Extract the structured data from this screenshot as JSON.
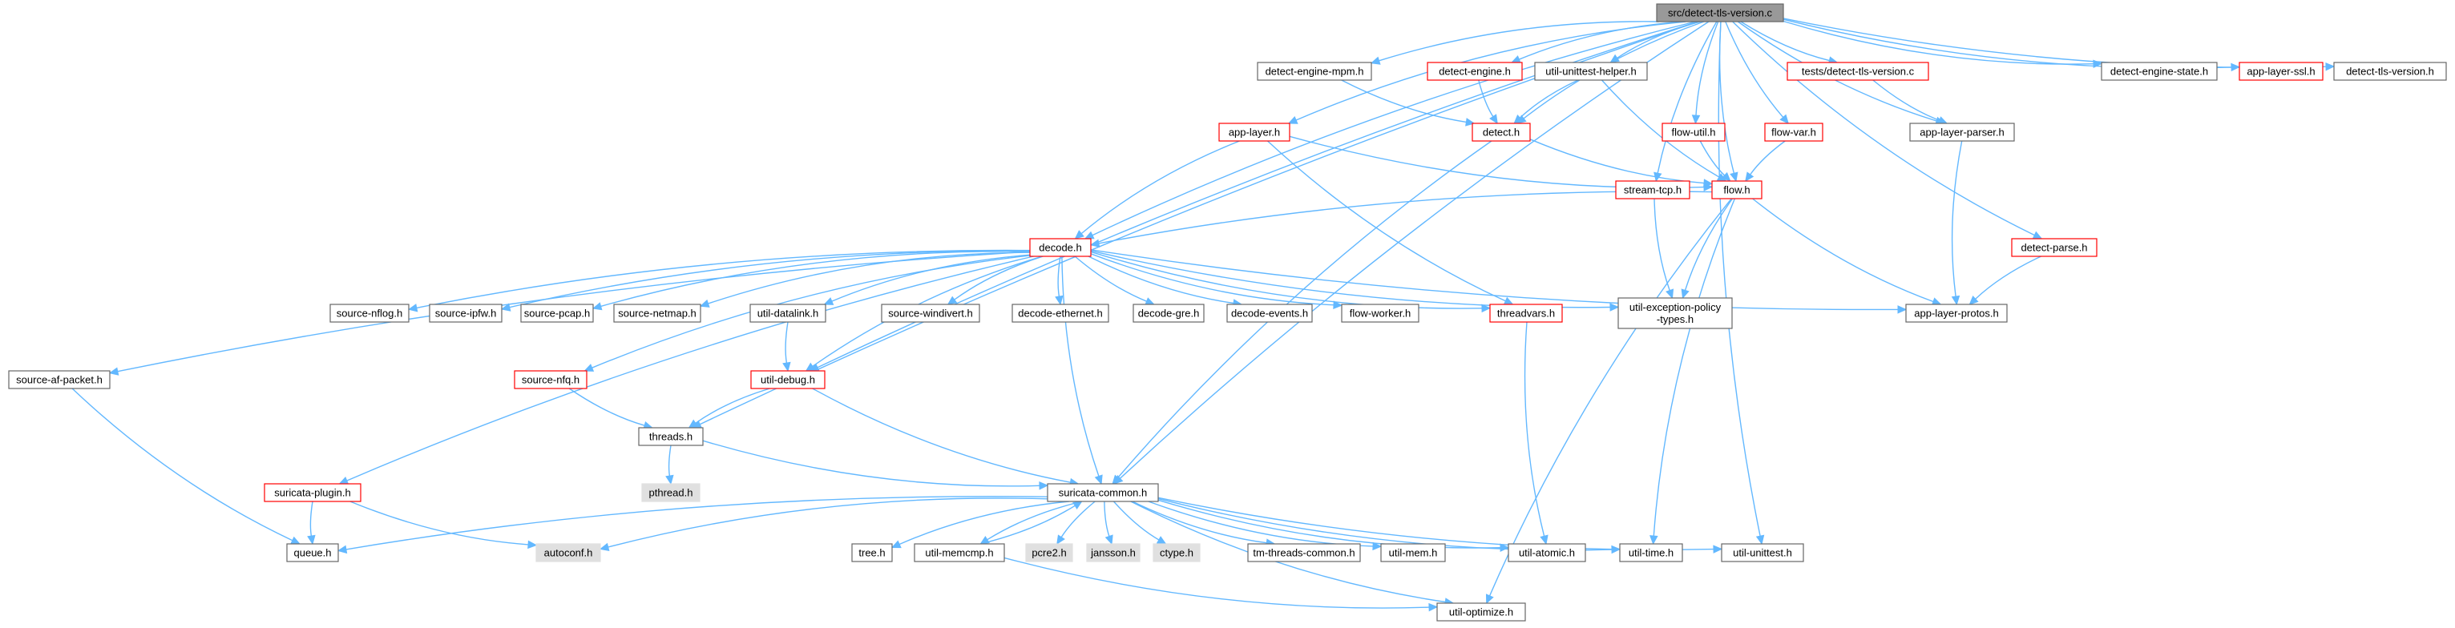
{
  "title": "src/detect-tls-version.c",
  "colors": {
    "edge": "#63b8ff",
    "border_default": "#666666",
    "border_truncated": "#ff0000",
    "fill_default": "#ffffff",
    "fill_root": "#999999",
    "fill_external": "#e0e0e0"
  },
  "nodes": [
    {
      "id": "root",
      "label": "src/detect-tls-version.c",
      "style": "root"
    },
    {
      "id": "detect-engine-mpm",
      "label": "detect-engine-mpm.h",
      "style": "normal"
    },
    {
      "id": "detect-engine",
      "label": "detect-engine.h",
      "style": "truncated"
    },
    {
      "id": "util-unittest-helper",
      "label": "util-unittest-helper.h",
      "style": "normal"
    },
    {
      "id": "tests-detect-tls-version",
      "label": "tests/detect-tls-version.c",
      "style": "truncated"
    },
    {
      "id": "detect-engine-state",
      "label": "detect-engine-state.h",
      "style": "normal"
    },
    {
      "id": "app-layer-ssl",
      "label": "app-layer-ssl.h",
      "style": "truncated"
    },
    {
      "id": "detect-tls-version",
      "label": "detect-tls-version.h",
      "style": "normal"
    },
    {
      "id": "app-layer",
      "label": "app-layer.h",
      "style": "truncated"
    },
    {
      "id": "detect",
      "label": "detect.h",
      "style": "truncated"
    },
    {
      "id": "flow-util",
      "label": "flow-util.h",
      "style": "truncated"
    },
    {
      "id": "flow-var",
      "label": "flow-var.h",
      "style": "truncated"
    },
    {
      "id": "app-layer-parser",
      "label": "app-layer-parser.h",
      "style": "normal"
    },
    {
      "id": "stream-tcp",
      "label": "stream-tcp.h",
      "style": "truncated"
    },
    {
      "id": "flow",
      "label": "flow.h",
      "style": "truncated"
    },
    {
      "id": "detect-parse",
      "label": "detect-parse.h",
      "style": "truncated"
    },
    {
      "id": "decode",
      "label": "decode.h",
      "style": "truncated"
    },
    {
      "id": "source-nflog",
      "label": "source-nflog.h",
      "style": "normal"
    },
    {
      "id": "source-ipfw",
      "label": "source-ipfw.h",
      "style": "normal"
    },
    {
      "id": "source-pcap",
      "label": "source-pcap.h",
      "style": "normal"
    },
    {
      "id": "source-netmap",
      "label": "source-netmap.h",
      "style": "normal"
    },
    {
      "id": "util-datalink",
      "label": "util-datalink.h",
      "style": "normal"
    },
    {
      "id": "source-windivert",
      "label": "source-windivert.h",
      "style": "normal"
    },
    {
      "id": "decode-ethernet",
      "label": "decode-ethernet.h",
      "style": "normal"
    },
    {
      "id": "decode-gre",
      "label": "decode-gre.h",
      "style": "normal"
    },
    {
      "id": "decode-events",
      "label": "decode-events.h",
      "style": "normal"
    },
    {
      "id": "flow-worker",
      "label": "flow-worker.h",
      "style": "normal"
    },
    {
      "id": "threadvars",
      "label": "threadvars.h",
      "style": "truncated"
    },
    {
      "id": "util-exception-policy-types",
      "label": "util-exception-policy\n-types.h",
      "style": "normal"
    },
    {
      "id": "app-layer-protos",
      "label": "app-layer-protos.h",
      "style": "normal"
    },
    {
      "id": "source-af-packet",
      "label": "source-af-packet.h",
      "style": "normal"
    },
    {
      "id": "source-nfq",
      "label": "source-nfq.h",
      "style": "truncated"
    },
    {
      "id": "util-debug",
      "label": "util-debug.h",
      "style": "truncated"
    },
    {
      "id": "threads",
      "label": "threads.h",
      "style": "normal"
    },
    {
      "id": "pthread",
      "label": "pthread.h",
      "style": "external"
    },
    {
      "id": "suricata-plugin",
      "label": "suricata-plugin.h",
      "style": "truncated"
    },
    {
      "id": "suricata-common",
      "label": "suricata-common.h",
      "style": "normal"
    },
    {
      "id": "queue",
      "label": "queue.h",
      "style": "normal"
    },
    {
      "id": "autoconf",
      "label": "autoconf.h",
      "style": "external"
    },
    {
      "id": "tree",
      "label": "tree.h",
      "style": "normal"
    },
    {
      "id": "util-memcmp",
      "label": "util-memcmp.h",
      "style": "normal"
    },
    {
      "id": "pcre2",
      "label": "pcre2.h",
      "style": "external"
    },
    {
      "id": "jansson",
      "label": "jansson.h",
      "style": "external"
    },
    {
      "id": "ctype",
      "label": "ctype.h",
      "style": "external"
    },
    {
      "id": "tm-threads-common",
      "label": "tm-threads-common.h",
      "style": "normal"
    },
    {
      "id": "util-mem",
      "label": "util-mem.h",
      "style": "normal"
    },
    {
      "id": "util-atomic",
      "label": "util-atomic.h",
      "style": "normal"
    },
    {
      "id": "util-time",
      "label": "util-time.h",
      "style": "normal"
    },
    {
      "id": "util-unittest",
      "label": "util-unittest.h",
      "style": "normal"
    },
    {
      "id": "util-optimize",
      "label": "util-optimize.h",
      "style": "normal"
    }
  ],
  "edges": [
    [
      "root",
      "detect-engine-mpm"
    ],
    [
      "root",
      "detect-engine"
    ],
    [
      "root",
      "util-unittest-helper"
    ],
    [
      "root",
      "tests-detect-tls-version"
    ],
    [
      "root",
      "detect-engine-state"
    ],
    [
      "root",
      "app-layer-ssl"
    ],
    [
      "root",
      "detect-tls-version"
    ],
    [
      "root",
      "app-layer"
    ],
    [
      "root",
      "detect"
    ],
    [
      "root",
      "flow-util"
    ],
    [
      "root",
      "flow-var"
    ],
    [
      "root",
      "app-layer-parser"
    ],
    [
      "root",
      "stream-tcp"
    ],
    [
      "root",
      "flow"
    ],
    [
      "root",
      "detect-parse"
    ],
    [
      "root",
      "decode"
    ],
    [
      "root",
      "util-debug"
    ],
    [
      "root",
      "threads"
    ],
    [
      "root",
      "suricata-common"
    ],
    [
      "root",
      "util-unittest"
    ],
    [
      "detect-engine-mpm",
      "detect"
    ],
    [
      "detect-engine",
      "detect"
    ],
    [
      "util-unittest-helper",
      "detect"
    ],
    [
      "util-unittest-helper",
      "flow"
    ],
    [
      "tests-detect-tls-version",
      "app-layer-parser"
    ],
    [
      "app-layer",
      "decode"
    ],
    [
      "app-layer",
      "flow"
    ],
    [
      "app-layer",
      "threadvars"
    ],
    [
      "detect",
      "flow"
    ],
    [
      "detect",
      "suricata-common"
    ],
    [
      "flow-util",
      "flow"
    ],
    [
      "flow-var",
      "flow"
    ],
    [
      "app-layer-parser",
      "app-layer-protos"
    ],
    [
      "stream-tcp",
      "util-exception-policy-types"
    ],
    [
      "flow",
      "decode"
    ],
    [
      "flow",
      "util-exception-policy-types"
    ],
    [
      "flow",
      "app-layer-protos"
    ],
    [
      "flow",
      "util-time"
    ],
    [
      "flow",
      "util-optimize"
    ],
    [
      "detect-parse",
      "app-layer-protos"
    ],
    [
      "decode",
      "source-nflog"
    ],
    [
      "decode",
      "source-ipfw"
    ],
    [
      "decode",
      "source-pcap"
    ],
    [
      "decode",
      "source-netmap"
    ],
    [
      "decode",
      "util-datalink"
    ],
    [
      "decode",
      "source-windivert"
    ],
    [
      "decode",
      "decode-ethernet"
    ],
    [
      "decode",
      "decode-gre"
    ],
    [
      "decode",
      "decode-events"
    ],
    [
      "decode",
      "flow-worker"
    ],
    [
      "decode",
      "threadvars"
    ],
    [
      "decode",
      "util-exception-policy-types"
    ],
    [
      "decode",
      "app-layer-protos"
    ],
    [
      "decode",
      "source-af-packet"
    ],
    [
      "decode",
      "source-nfq"
    ],
    [
      "decode",
      "util-debug"
    ],
    [
      "decode",
      "suricata-plugin"
    ],
    [
      "decode",
      "suricata-common"
    ],
    [
      "util-datalink",
      "util-debug"
    ],
    [
      "threadvars",
      "util-atomic"
    ],
    [
      "source-af-packet",
      "queue"
    ],
    [
      "source-nfq",
      "threads"
    ],
    [
      "util-debug",
      "threads"
    ],
    [
      "util-debug",
      "suricata-common"
    ],
    [
      "threads",
      "pthread"
    ],
    [
      "threads",
      "suricata-common"
    ],
    [
      "suricata-plugin",
      "queue"
    ],
    [
      "suricata-plugin",
      "autoconf"
    ],
    [
      "suricata-common",
      "queue"
    ],
    [
      "suricata-common",
      "autoconf"
    ],
    [
      "suricata-common",
      "tree"
    ],
    [
      "suricata-common",
      "util-memcmp"
    ],
    [
      "suricata-common",
      "pcre2"
    ],
    [
      "suricata-common",
      "jansson"
    ],
    [
      "suricata-common",
      "ctype"
    ],
    [
      "suricata-common",
      "tm-threads-common"
    ],
    [
      "suricata-common",
      "util-mem"
    ],
    [
      "suricata-common",
      "util-atomic"
    ],
    [
      "suricata-common",
      "util-time"
    ],
    [
      "suricata-common",
      "util-unittest"
    ],
    [
      "suricata-common",
      "util-optimize"
    ],
    [
      "util-memcmp",
      "suricata-common"
    ],
    [
      "util-memcmp",
      "util-optimize"
    ]
  ]
}
